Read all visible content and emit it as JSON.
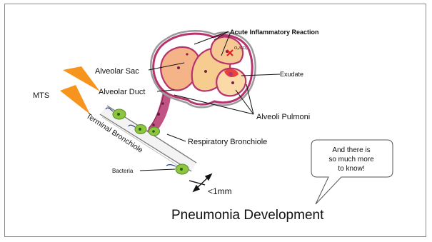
{
  "labels": {
    "acute": "Acute Inflammatory Reaction",
    "gas": "O₂/CO₂",
    "alveolar_sac": "Alveolar Sac",
    "alveolar_duct": "Alveolar Duct",
    "exudate": "Exudate",
    "alveoli": "Alveoli Pulmoni",
    "mts": "MTS",
    "respiratory": "Respiratory Bronchiole",
    "terminal": "Terminal Bronchiole",
    "bacteria": "Bacteria",
    "scale": "<1mm",
    "title": "Pneumonia Development"
  },
  "callout": {
    "line1": "And there is",
    "line2": "so much more",
    "line3": "to know!"
  },
  "colors": {
    "accent_red": "#e31b23",
    "cone_orange": "#f7941d",
    "cell_green": "#8cc63f",
    "tissue_pink": "#b5346e",
    "alveolus_fill": "#f6c894"
  }
}
